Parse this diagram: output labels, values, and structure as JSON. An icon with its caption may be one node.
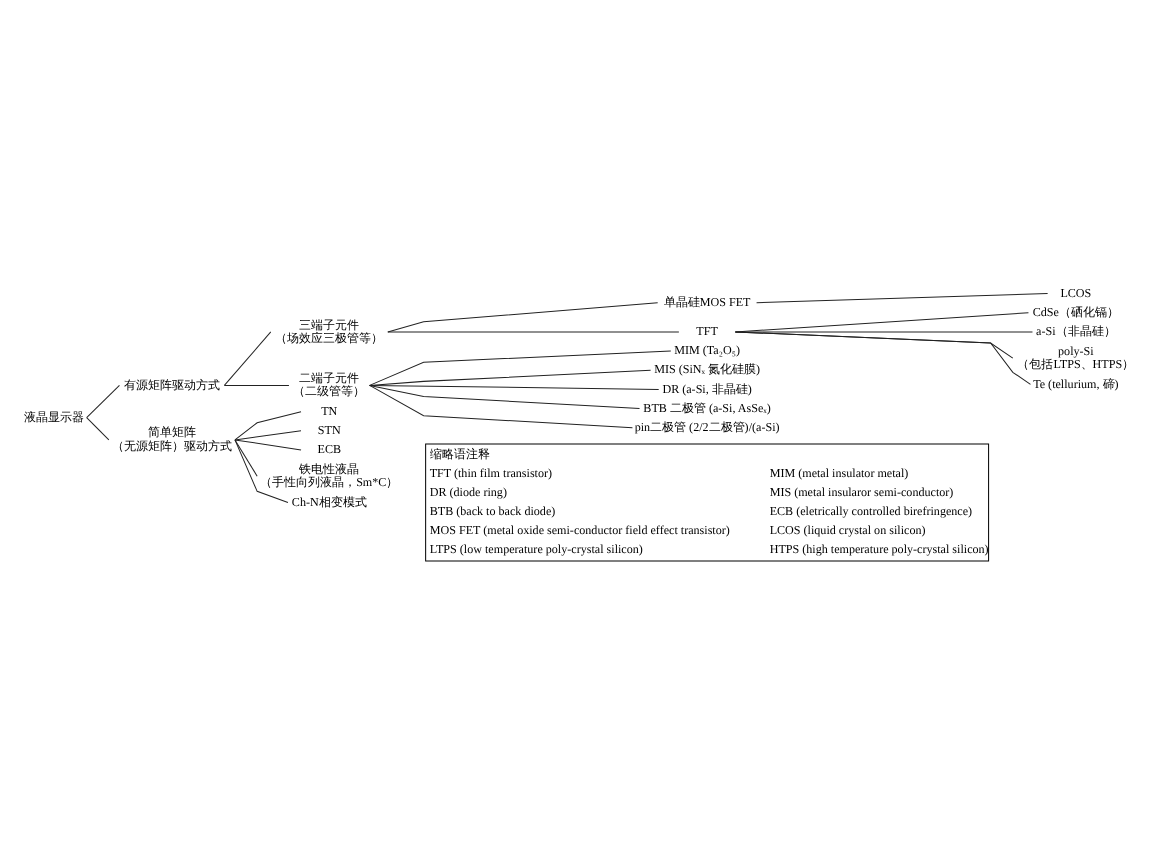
{
  "diagram": {
    "nodes": [
      {
        "text": [
          "液晶显示器"
        ]
      },
      {
        "text": [
          "有源矩阵驱动方式"
        ]
      },
      {
        "text": [
          "三端子元件（场效应三极管等）"
        ]
      },
      {
        "text": [
          "单晶硅MOS FET"
        ]
      },
      {
        "text": [
          "LCOS"
        ]
      },
      {
        "text": [
          "TFT"
        ]
      },
      {
        "text": [
          "CdSe（硒化镉）"
        ]
      },
      {
        "text": [
          "a-Si（非晶硅）"
        ]
      },
      {
        "text": [
          "poly-Si（包括LTPS、HTPS）"
        ]
      },
      {
        "text": [
          "Te (tellurium, 碲)"
        ]
      },
      {
        "text": [
          "二端子元件（二级管等）"
        ]
      },
      {
        "text": [
          "MIM (Ta₂O₅)"
        ]
      },
      {
        "text": [
          "MIS (SiNₓ 氮化硅膜)"
        ]
      },
      {
        "text": [
          "DR (a-Si, 非晶硅)"
        ]
      },
      {
        "text": [
          "BTB 二极管 (a-Si, AsSeₓ)"
        ]
      },
      {
        "text": [
          "pin二极管 (2/2二极管)/(a-Si)"
        ]
      },
      {
        "text": [
          "简单矩阵（无源矩阵）驱动方式"
        ]
      },
      {
        "text": [
          "TN"
        ]
      },
      {
        "text": [
          "STN"
        ]
      },
      {
        "text": [
          "ECB"
        ]
      },
      {
        "text": [
          "铁电性液晶（手性向列液晶，Sm*C）"
        ]
      },
      {
        "text": [
          "Ch-N相变模式"
        ]
      }
    ],
    "edges": [
      {
        "from": 0,
        "to": 1,
        "arrow": "none"
      },
      {
        "from": 0,
        "to": 16,
        "arrow": "none"
      },
      {
        "from": 1,
        "to": 2,
        "arrow": "none"
      },
      {
        "from": 1,
        "to": 10,
        "arrow": "none"
      },
      {
        "from": 2,
        "to": 3,
        "arrow": "none"
      },
      {
        "from": 2,
        "to": 5,
        "arrow": "none"
      },
      {
        "from": 3,
        "to": 4,
        "arrow": "none"
      },
      {
        "from": 5,
        "to": 6,
        "arrow": "none"
      },
      {
        "from": 5,
        "to": 7,
        "arrow": "none"
      },
      {
        "from": 5,
        "to": 8,
        "arrow": "none"
      },
      {
        "from": 5,
        "to": 9,
        "arrow": "none"
      },
      {
        "from": 10,
        "to": 11,
        "arrow": "none"
      },
      {
        "from": 10,
        "to": 12,
        "arrow": "none"
      },
      {
        "from": 10,
        "to": 13,
        "arrow": "none"
      },
      {
        "from": 10,
        "to": 14,
        "arrow": "none"
      },
      {
        "from": 10,
        "to": 15,
        "arrow": "none"
      },
      {
        "from": 16,
        "to": 17,
        "arrow": "none"
      },
      {
        "from": 16,
        "to": 18,
        "arrow": "none"
      },
      {
        "from": 16,
        "to": 19,
        "arrow": "none"
      },
      {
        "from": 16,
        "to": 20,
        "arrow": "none"
      },
      {
        "from": 16,
        "to": 21,
        "arrow": "none"
      }
    ],
    "labels": [
      "缩略语注释",
      "TFT (thin film transistor)",
      "MIM (metal insulator metal)",
      "DR (diode ring)",
      "MIS (metal insularor semi-conductor)",
      "BTB (back to back diode)",
      "ECB (eletrically controlled birefringence)",
      "MOS FET (metal oxide semi-conductor field effect transistor)",
      "LCOS (liquid crystal on silicon)",
      "LTPS (low temperature poly-crystal silicon)",
      "HTPS (high temperature poly-crystal silicon)"
    ]
  }
}
